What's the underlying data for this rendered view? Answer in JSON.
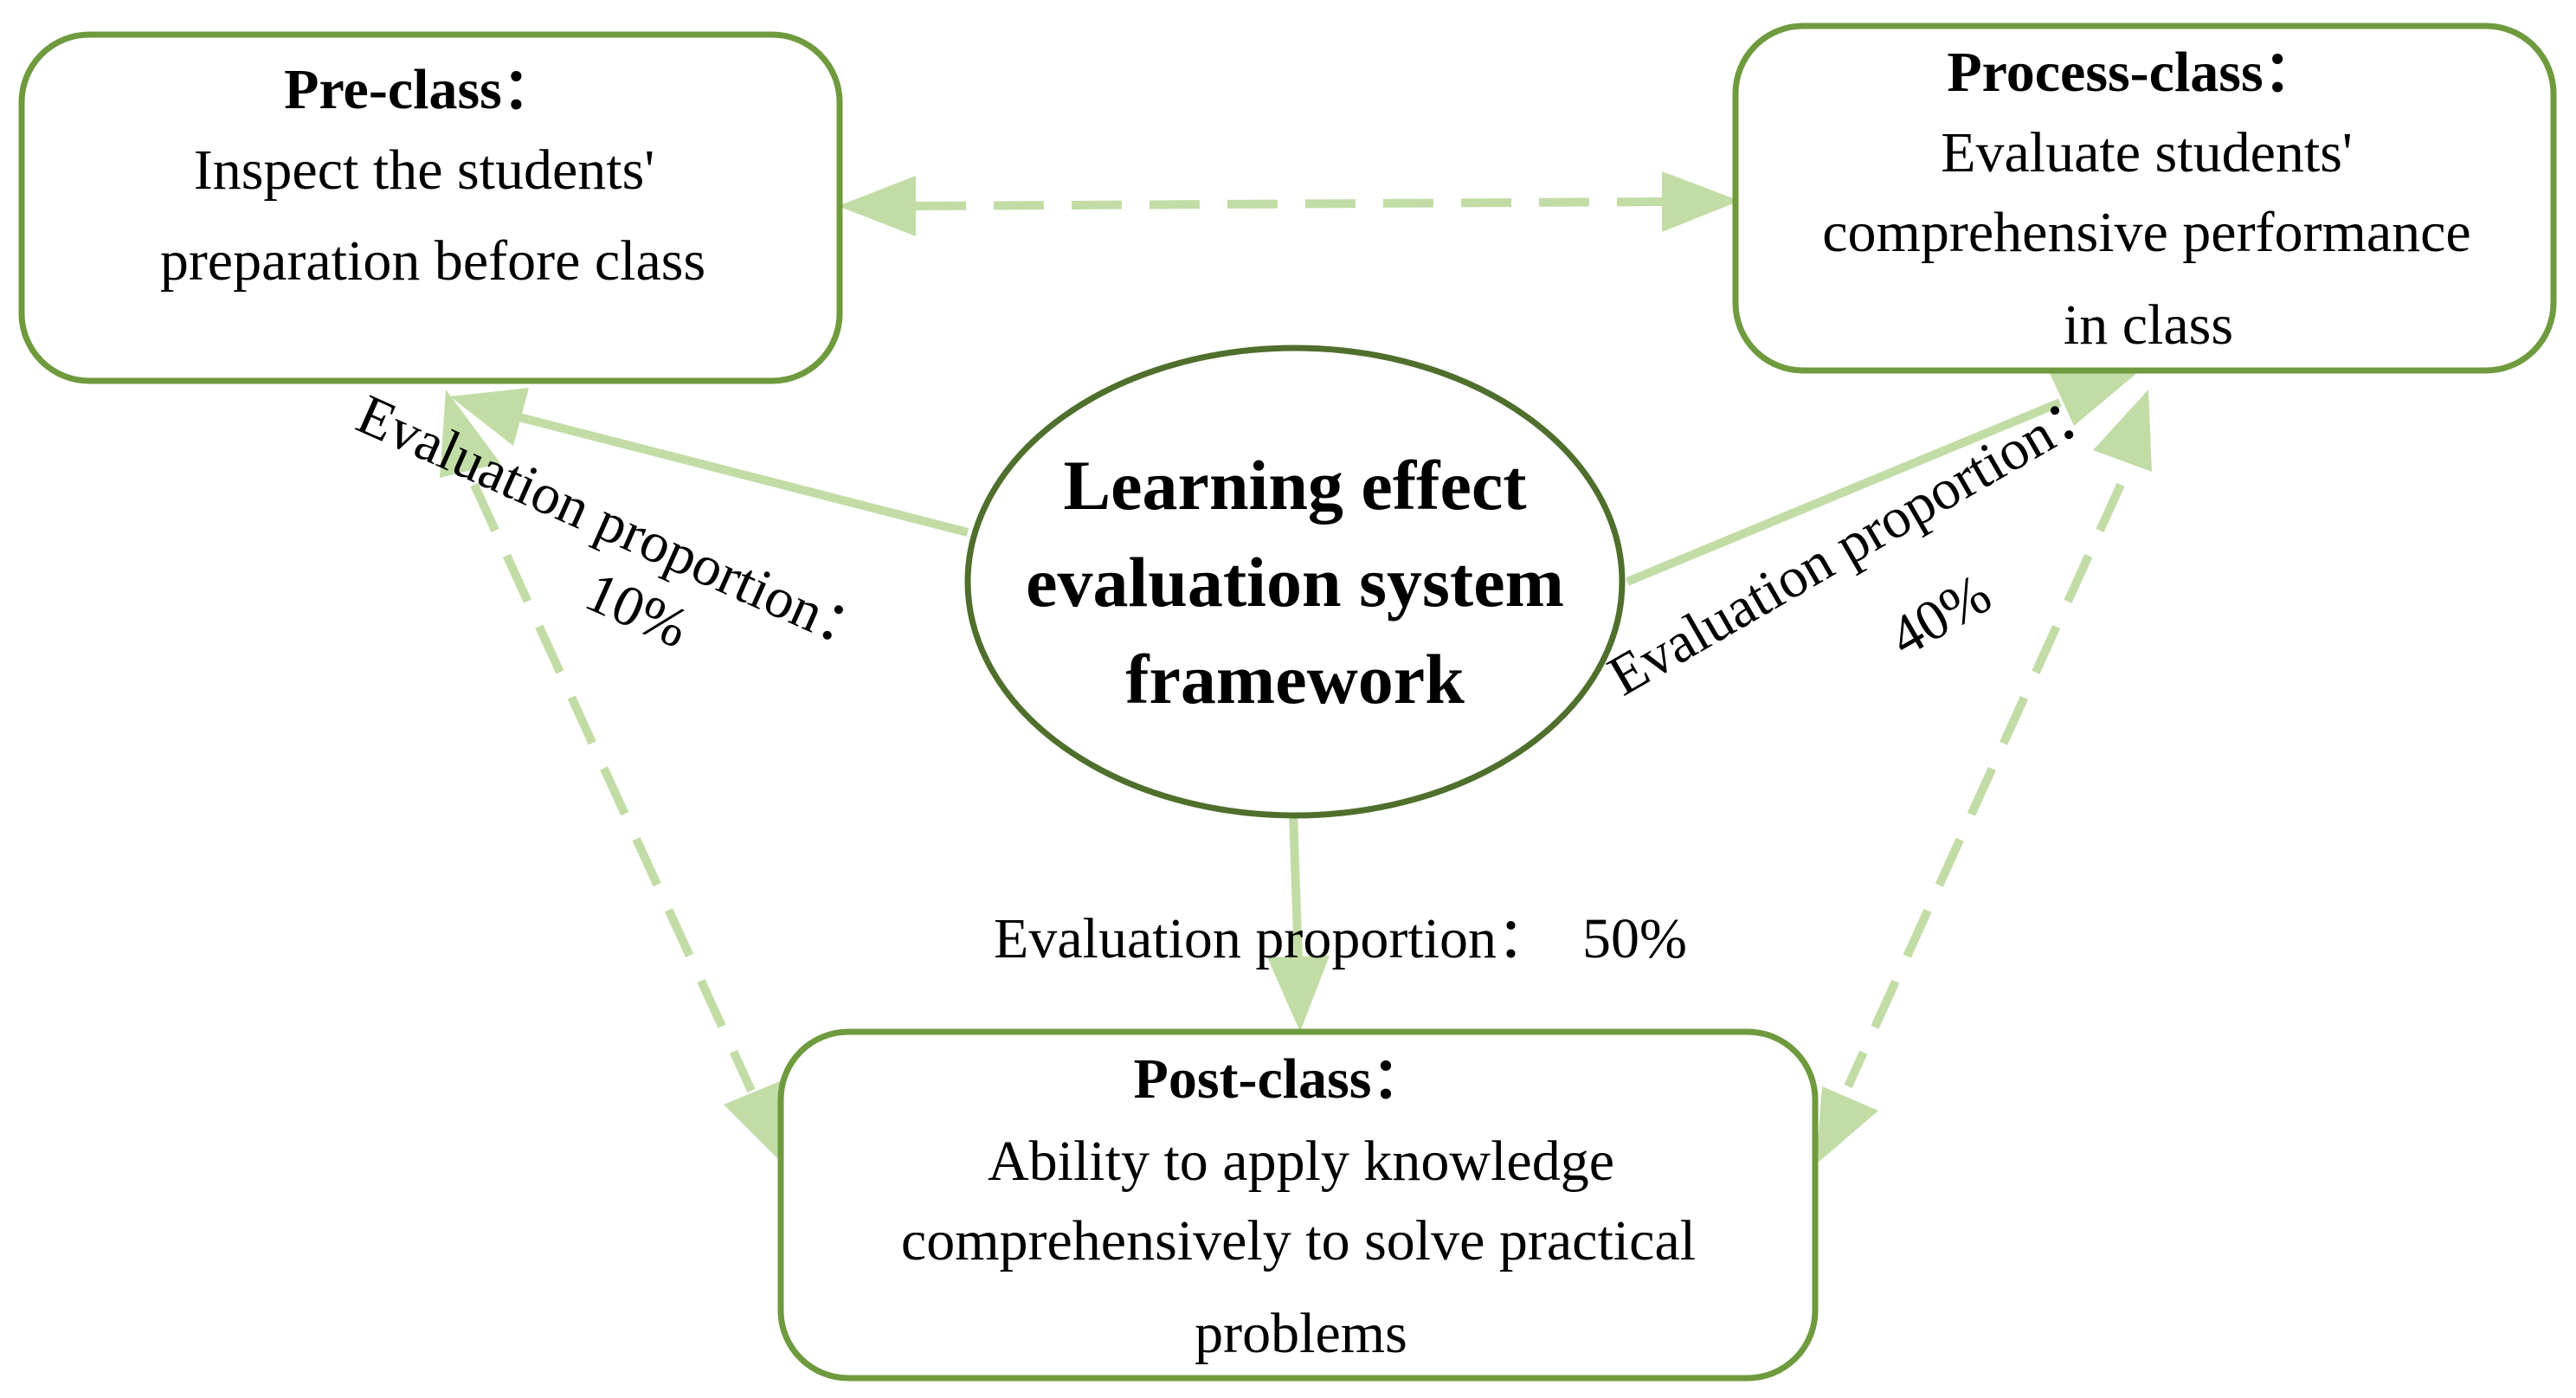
{
  "center": {
    "lines": [
      "Learning effect",
      "evaluation system",
      "framework"
    ]
  },
  "pre_class": {
    "title": "Pre-class：",
    "body": [
      "Inspect the students'",
      "preparation before class"
    ]
  },
  "process_class": {
    "title": "Process-class：",
    "body": [
      "Evaluate students'",
      "comprehensive performance",
      "in class"
    ]
  },
  "post_class": {
    "title": "Post-class：",
    "body": [
      "Ability to apply knowledge",
      "comprehensively to solve practical",
      "problems"
    ]
  },
  "edge_labels": {
    "pre": {
      "label": "Evaluation proportion：",
      "value": "10%"
    },
    "process": {
      "label": "Evaluation proportion：",
      "value": "40%"
    },
    "post": {
      "text": "Evaluation proportion：  50%"
    }
  },
  "colors": {
    "box_stroke": "#6f9a3e",
    "ellipse_stroke": "#4f6f2c",
    "arrow": "#c2dca6"
  }
}
